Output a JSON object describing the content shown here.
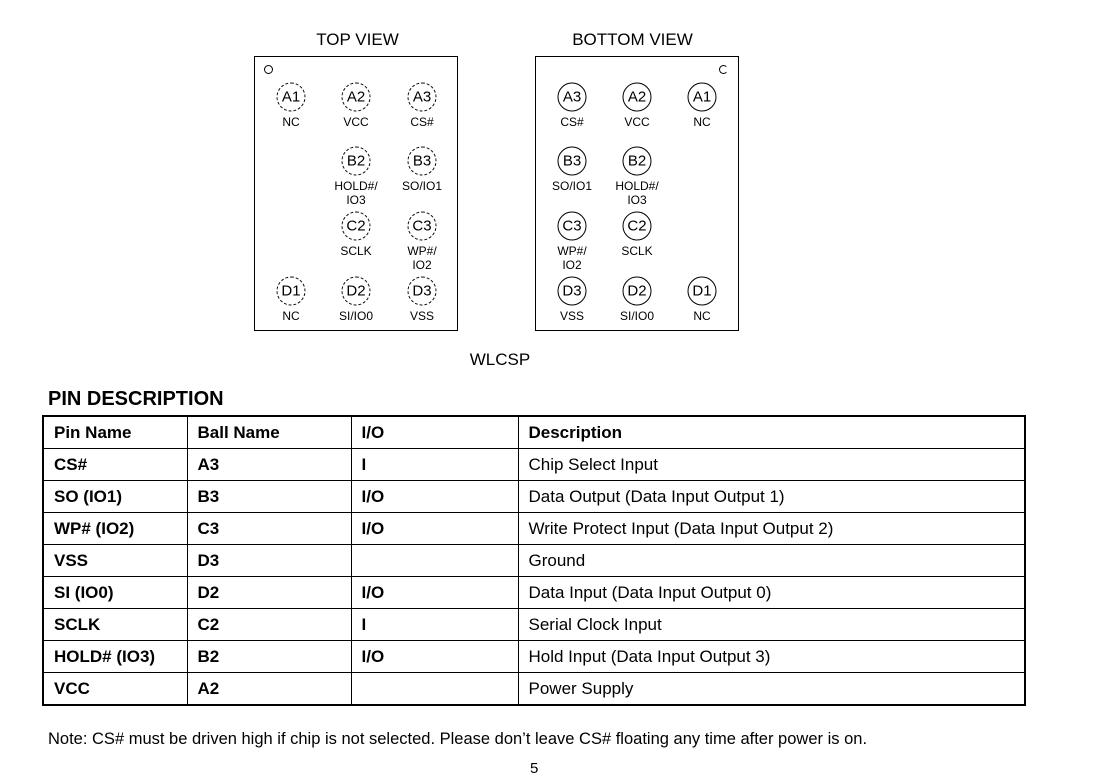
{
  "top_view": {
    "title": "TOP VIEW",
    "balls": [
      {
        "id": "A1",
        "label": "NC"
      },
      {
        "id": "A2",
        "label": "VCC"
      },
      {
        "id": "A3",
        "label": "CS#"
      },
      {
        "id": "B2",
        "label": "HOLD#/\nIO3"
      },
      {
        "id": "B3",
        "label": "SO/IO1"
      },
      {
        "id": "C2",
        "label": "SCLK"
      },
      {
        "id": "C3",
        "label": "WP#/\nIO2"
      },
      {
        "id": "D1",
        "label": "NC"
      },
      {
        "id": "D2",
        "label": "SI/IO0"
      },
      {
        "id": "D3",
        "label": "VSS"
      }
    ]
  },
  "bottom_view": {
    "title": "BOTTOM VIEW",
    "balls": [
      {
        "id": "A3",
        "label": "CS#"
      },
      {
        "id": "A2",
        "label": "VCC"
      },
      {
        "id": "A1",
        "label": "NC"
      },
      {
        "id": "B3",
        "label": "SO/IO1"
      },
      {
        "id": "B2",
        "label": "HOLD#/\nIO3"
      },
      {
        "id": "C3",
        "label": "WP#/\nIO2"
      },
      {
        "id": "C2",
        "label": "SCLK"
      },
      {
        "id": "D3",
        "label": "VSS"
      },
      {
        "id": "D2",
        "label": "SI/IO0"
      },
      {
        "id": "D1",
        "label": "NC"
      }
    ]
  },
  "package_caption": "WLCSP",
  "pin_description": {
    "title": "PIN DESCRIPTION",
    "headers": [
      "Pin Name",
      "Ball Name",
      "I/O",
      "Description"
    ],
    "rows": [
      [
        "CS#",
        "A3",
        "I",
        "Chip Select Input"
      ],
      [
        "SO (IO1)",
        "B3",
        "I/O",
        "Data Output (Data Input Output 1)"
      ],
      [
        "WP# (IO2)",
        "C3",
        "I/O",
        "Write Protect Input (Data Input Output 2)"
      ],
      [
        "VSS",
        "D3",
        "",
        "Ground"
      ],
      [
        "SI (IO0)",
        "D2",
        "I/O",
        "Data Input (Data Input Output 0)"
      ],
      [
        "SCLK",
        "C2",
        "I",
        "Serial Clock Input"
      ],
      [
        "HOLD# (IO3)",
        "B2",
        "I/O",
        "Hold Input (Data Input Output 3)"
      ],
      [
        "VCC",
        "A2",
        "",
        "Power Supply"
      ]
    ]
  },
  "note": "Note: CS# must be driven high if chip is not selected. Please don’t leave CS# floating any time after power is on.",
  "page_number": "5"
}
